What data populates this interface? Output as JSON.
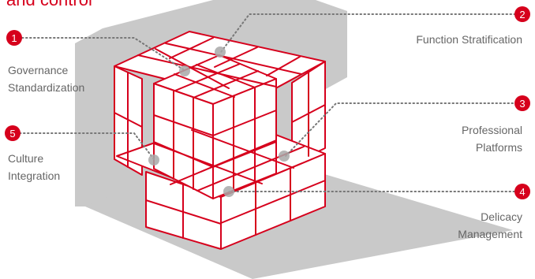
{
  "title": "and control",
  "colors": {
    "accent": "#d6001c",
    "label": "#666666",
    "backdrop": "#c9c9c9",
    "dot": "#a8a8a8"
  },
  "callouts": [
    {
      "number": "1",
      "line1": "Governance",
      "line2": "Standardization"
    },
    {
      "number": "2",
      "line1": "Function Stratification",
      "line2": ""
    },
    {
      "number": "3",
      "line1": "Professional",
      "line2": "Platforms"
    },
    {
      "number": "4",
      "line1": "Delicacy",
      "line2": "Management"
    },
    {
      "number": "5",
      "line1": "Culture",
      "line2": "Integration"
    }
  ]
}
